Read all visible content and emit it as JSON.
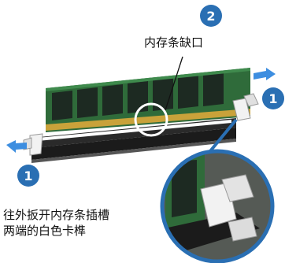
{
  "colors": {
    "badge": "#2a6fb3",
    "slot": "#1f1f1f",
    "pcb": "#2f6b3a",
    "chip": "#1d2a22",
    "clip": "#f2f2f2",
    "arrow": "#3d8ee0",
    "notch_circle": "#ffffff"
  },
  "annotations": {
    "notch_label": "内存条缺口",
    "release_instruction_line1": "往外扳开内存条插槽",
    "release_instruction_line2": "两端的白色卡榫"
  },
  "steps": {
    "step_left": "1",
    "step_top": "2",
    "step_right": "1"
  },
  "icons": [
    "arrow-left-icon",
    "arrow-right-icon",
    "magnifier-circle-icon"
  ]
}
